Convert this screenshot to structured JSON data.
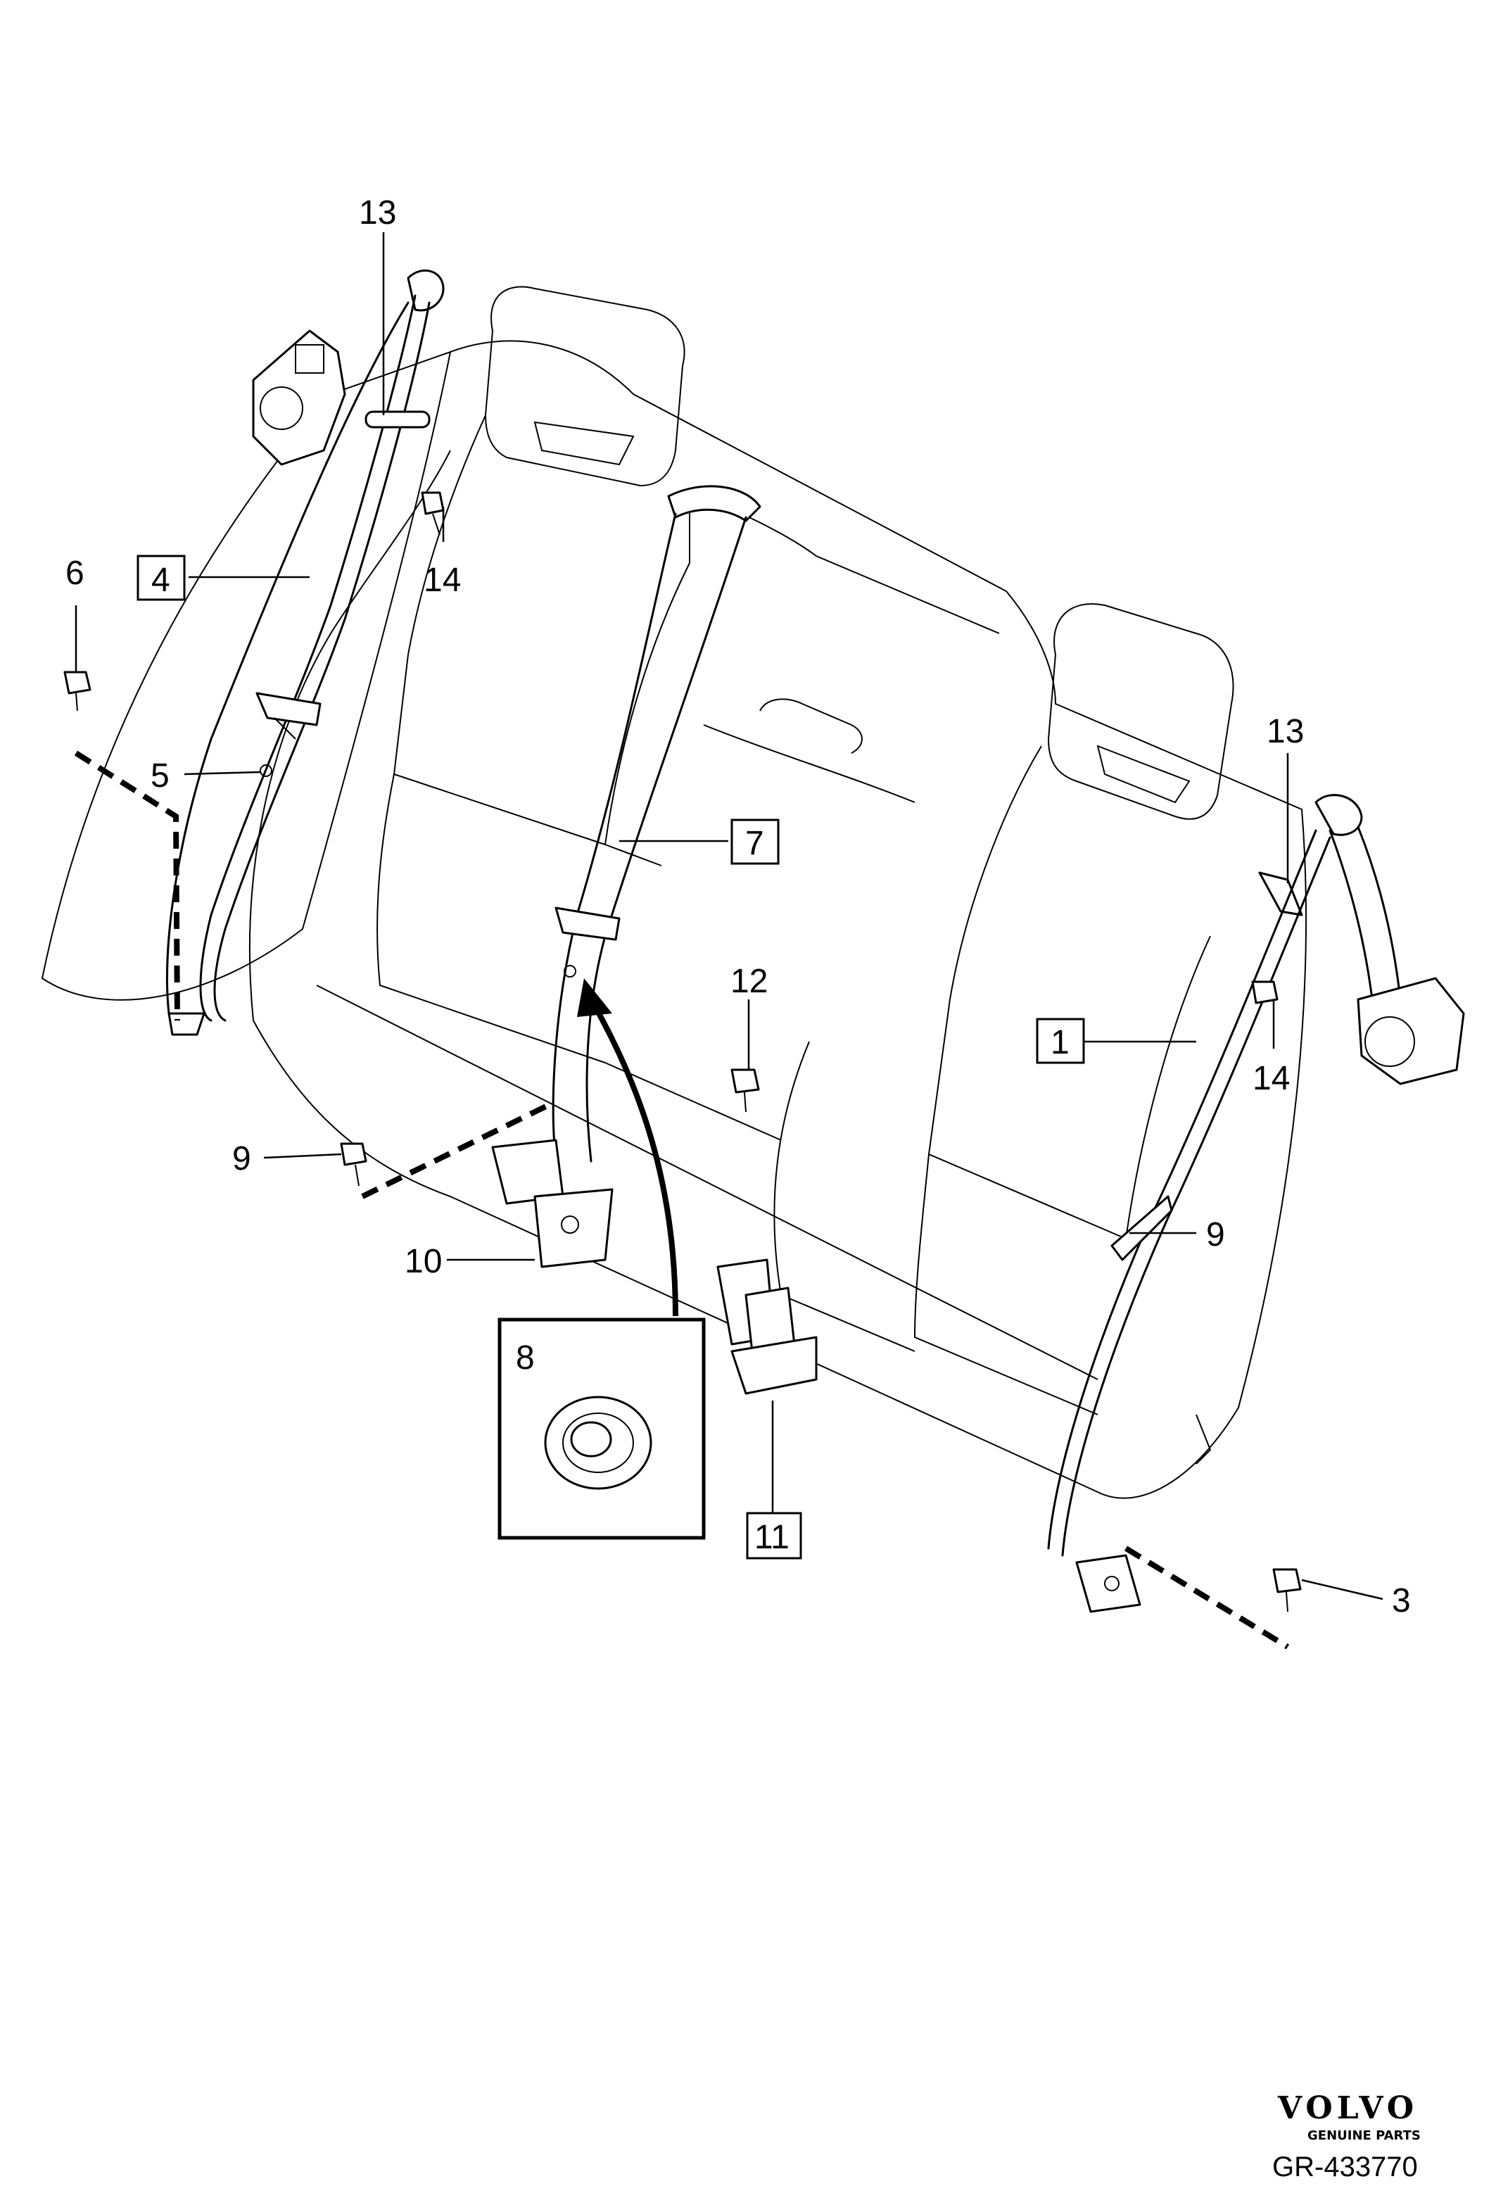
{
  "callouts": {
    "c13_left": "13",
    "c4": "4",
    "c14_left": "14",
    "c6": "6",
    "c5": "5",
    "c7": "7",
    "c9_left": "9",
    "c10": "10",
    "c8": "8",
    "c12": "12",
    "c11": "11",
    "c13_right": "13",
    "c1": "1",
    "c14_right": "14",
    "c9_right": "9",
    "c3": "3"
  },
  "brand": {
    "name": "VOLVO",
    "tagline": "GENUINE PARTS"
  },
  "reference": "GR-433770"
}
